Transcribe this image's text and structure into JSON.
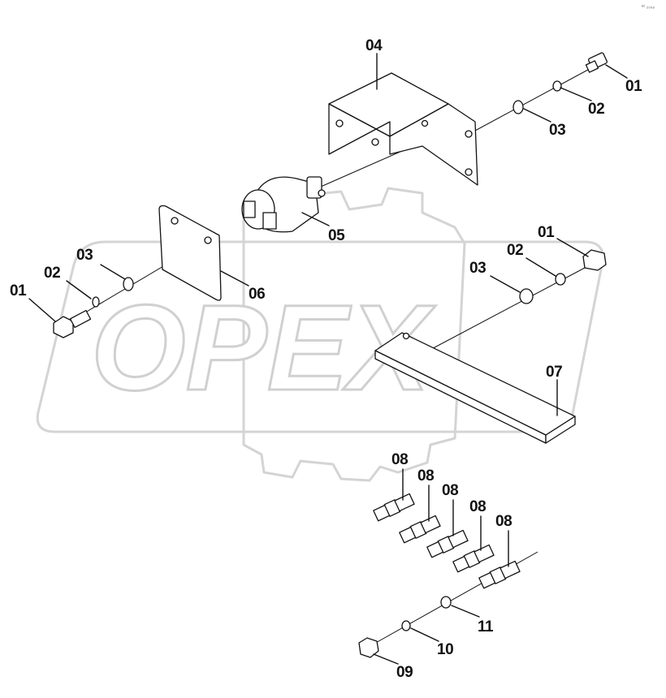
{
  "corner_mark": "ᵉᶜ ₂₀₀₈",
  "watermark": {
    "text": "OPEX"
  },
  "callouts": [
    {
      "id": "c-01-top",
      "text": "01"
    },
    {
      "id": "c-02-top",
      "text": "02"
    },
    {
      "id": "c-03-top",
      "text": "03"
    },
    {
      "id": "c-04",
      "text": "04"
    },
    {
      "id": "c-05",
      "text": "05"
    },
    {
      "id": "c-06",
      "text": "06"
    },
    {
      "id": "c-03-left",
      "text": "03"
    },
    {
      "id": "c-02-left",
      "text": "02"
    },
    {
      "id": "c-01-left",
      "text": "01"
    },
    {
      "id": "c-01-right",
      "text": "01"
    },
    {
      "id": "c-02-right",
      "text": "02"
    },
    {
      "id": "c-03-right",
      "text": "03"
    },
    {
      "id": "c-07",
      "text": "07"
    },
    {
      "id": "c-08-a",
      "text": "08"
    },
    {
      "id": "c-08-b",
      "text": "08"
    },
    {
      "id": "c-08-c",
      "text": "08"
    },
    {
      "id": "c-08-d",
      "text": "08"
    },
    {
      "id": "c-08-e",
      "text": "08"
    },
    {
      "id": "c-11",
      "text": "11"
    },
    {
      "id": "c-10",
      "text": "10"
    },
    {
      "id": "c-09",
      "text": "09"
    }
  ]
}
